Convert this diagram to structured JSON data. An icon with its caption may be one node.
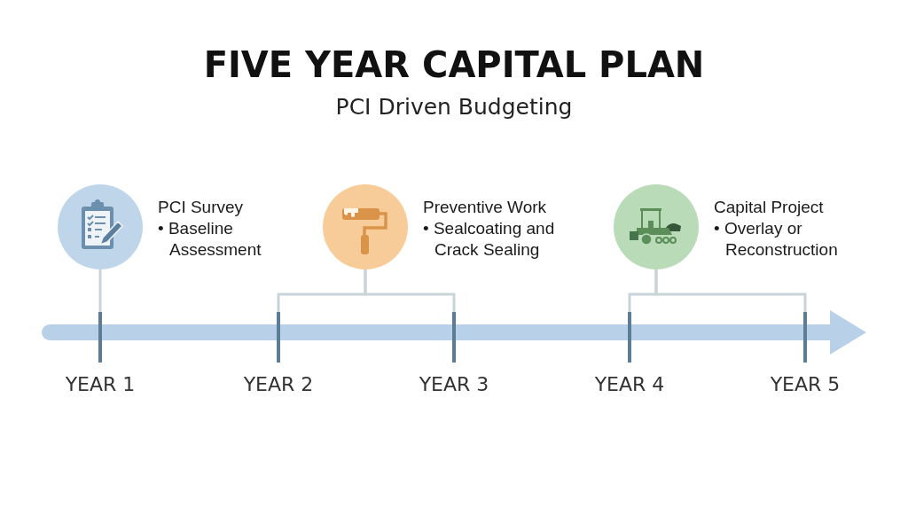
{
  "diagram": {
    "title": "FIVE YEAR CAPITAL PLAN",
    "nodes": [
      {
        "text": [
          "PCI Survey",
          "• Baseline Assessment"
        ]
      },
      {
        "text": [
          "Preventive Work",
          "• Sealcoating and Crack Sealing"
        ]
      },
      {
        "text": [
          "Capital Project",
          "• Overlay or Reconstruction"
        ]
      },
      {
        "text": [
          "YEAR 1"
        ]
      },
      {
        "text": [
          "YEAR 2"
        ]
      },
      {
        "text": [
          "YEAR 3"
        ]
      },
      {
        "text": [
          "YEAR 4"
        ]
      },
      {
        "text": [
          "YEAR 5"
        ]
      }
    ],
    "edges": [
      {
        "from": 0,
        "to": 3,
        "arrow": "none"
      },
      {
        "from": 1,
        "to": 4,
        "arrow": "none"
      },
      {
        "from": 1,
        "to": 5,
        "arrow": "none"
      },
      {
        "from": 2,
        "to": 6,
        "arrow": "none"
      },
      {
        "from": 2,
        "to": 7,
        "arrow": "none"
      }
    ],
    "labels": [
      "PCI Driven Budgeting"
    ]
  }
}
